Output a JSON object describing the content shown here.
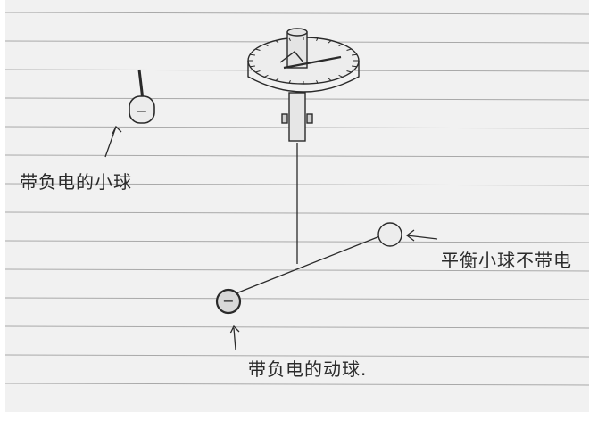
{
  "labels": {
    "charged_small_ball": "带负电的小球",
    "balance_ball": "平衡小球不带电",
    "charged_moving_ball": "带负电的动球."
  },
  "charge_signs": {
    "small_ball": "−",
    "moving_ball": "−"
  },
  "colors": {
    "paper": "#f1f1f1",
    "rule_line": "#a9a9a9",
    "ink": "#2a2a2a",
    "background": "#ffffff"
  }
}
